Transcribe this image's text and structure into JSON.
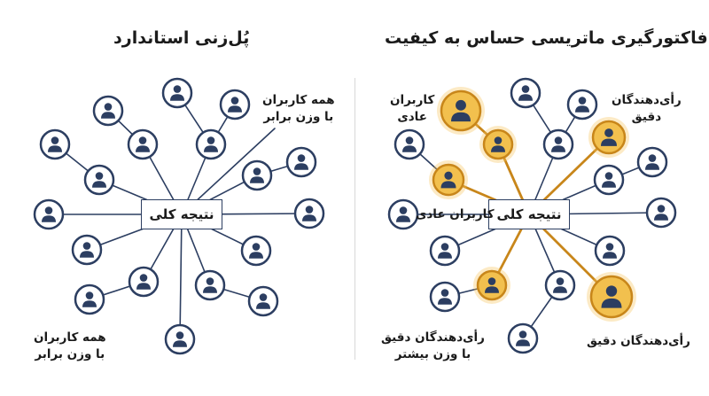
{
  "left": {
    "title": "پُل‌زنی استاندارد",
    "center": "نتیجه کلی",
    "label_top": [
      "همه کاربران",
      "با وزن برابر"
    ],
    "label_bottom": [
      "همه کاربران",
      "با وزن برابر"
    ]
  },
  "right": {
    "title": "فاکتورگیری ماتریسی حساس به کیفیت",
    "center": "نتیجه کلی",
    "label_regular_top": [
      "کاربران",
      "عادی"
    ],
    "label_accurate_top": [
      "رأی‌دهندگان",
      "دقیق"
    ],
    "label_regular_mid": "کاربران عادی",
    "label_accurate_bottom_left": [
      "رأی‌دهندگان دقیق",
      "با وزن بیشتر"
    ],
    "label_accurate_bottom_right": "رأی‌دهندگان دقیق"
  },
  "colors": {
    "navy": "#2c3e61",
    "gold": "#c8861a",
    "gold_fill": "#f2c04e",
    "gold_glow": "#f5c35a"
  }
}
